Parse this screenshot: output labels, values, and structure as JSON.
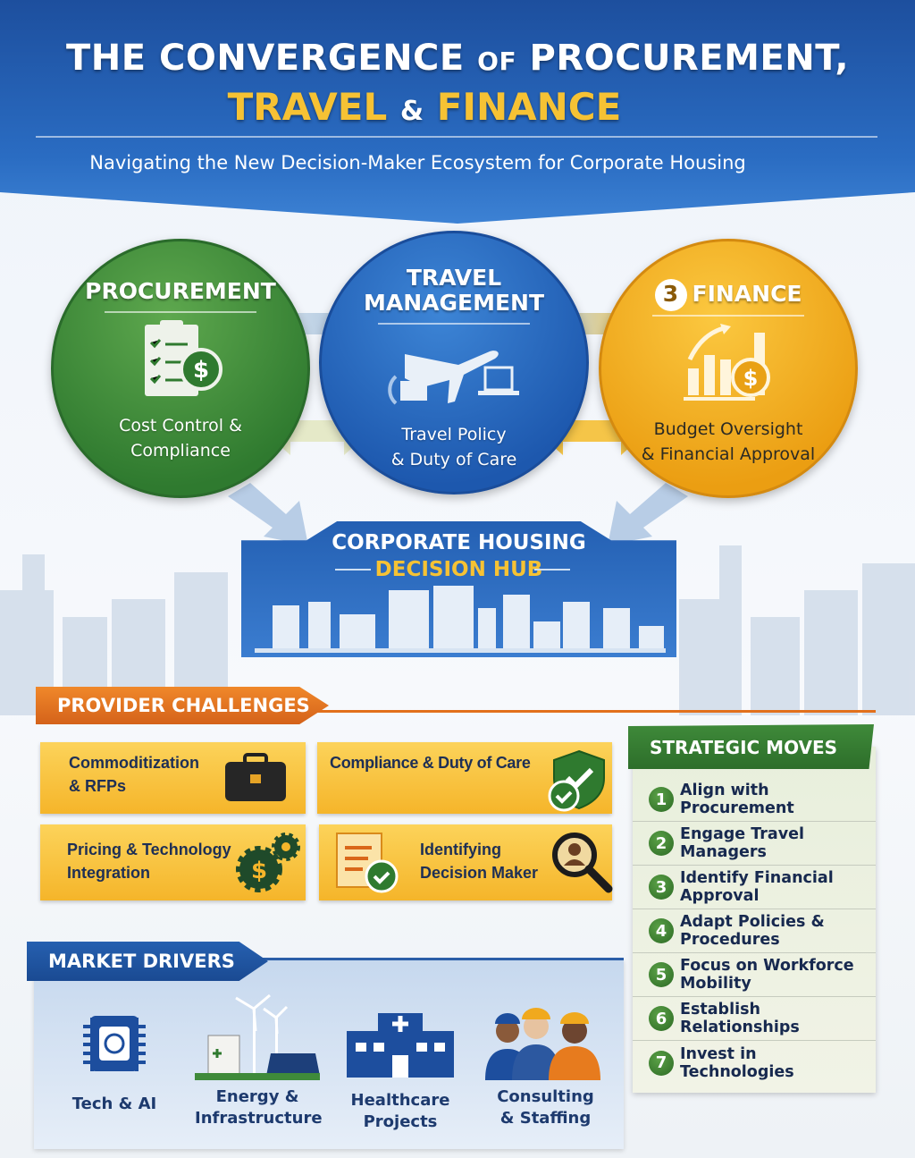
{
  "header": {
    "title_line1_a": "THE CONVERGENCE",
    "title_line1_of": "OF",
    "title_line1_b": "PROCUREMENT,",
    "title_line2_a": "TRAVEL",
    "title_line2_amp": "&",
    "title_line2_b": "FINANCE",
    "subtitle": "Navigating the New Decision-Maker Ecosystem for Corporate Housing"
  },
  "circles": [
    {
      "title": "PROCUREMENT",
      "description_line1": "Cost Control &",
      "description_line2": "Compliance",
      "icon": "clipboard-dollar-icon",
      "color": "#3f8a3a"
    },
    {
      "title_line1": "TRAVEL",
      "title_line2": "MANAGEMENT",
      "description_line1": "Travel Policy",
      "description_line2": "& Duty of Care",
      "icon": "airplane-laptop-icon",
      "color": "#2563b6"
    },
    {
      "badge": "3",
      "title": "FINANCE",
      "description_line1": "Budget Oversight",
      "description_line2": "& Financial Approval",
      "icon": "chart-dollar-icon",
      "color": "#f0a91e"
    }
  ],
  "hub": {
    "title_line1": "CORPORATE HOUSING",
    "title_line2": "DECISION HUB"
  },
  "challenges": {
    "title": "PROVIDER CHALLENGES",
    "items": [
      {
        "line1": "Commoditization",
        "line2": "& RFPs",
        "icon": "briefcase-icon"
      },
      {
        "line1": "Compliance & Duty of Care",
        "icon": "shield-check-icon"
      },
      {
        "line1": "Pricing & Technology",
        "line2": "Integration",
        "icon": "dollar-gears-icon"
      },
      {
        "line1": "Identifying",
        "line2": "Decision Maker",
        "icon": "magnifier-person-icon"
      }
    ]
  },
  "moves": {
    "title": "STRATEGIC MOVES",
    "items": [
      {
        "n": "1",
        "label": "Align with Procurement"
      },
      {
        "n": "2",
        "label": "Engage Travel Managers"
      },
      {
        "n": "3",
        "label": "Identify Financial Approval"
      },
      {
        "n": "4",
        "label": "Adapt Policies & Procedures"
      },
      {
        "n": "5",
        "label": "Focus on Workforce Mobility"
      },
      {
        "n": "6",
        "label": "Establish Relationships"
      },
      {
        "n": "7",
        "label": "Invest in Technologies"
      }
    ]
  },
  "drivers": {
    "title": "MARKET DRIVERS",
    "items": [
      {
        "line1": "Tech & AI",
        "icon": "chip-icon"
      },
      {
        "line1": "Energy &",
        "line2": "Infrastructure",
        "icon": "wind-solar-icon"
      },
      {
        "line1": "Healthcare",
        "line2": "Projects",
        "icon": "hospital-icon"
      },
      {
        "line1": "Consulting",
        "line2": "& Staffing",
        "icon": "workers-icon"
      }
    ]
  }
}
